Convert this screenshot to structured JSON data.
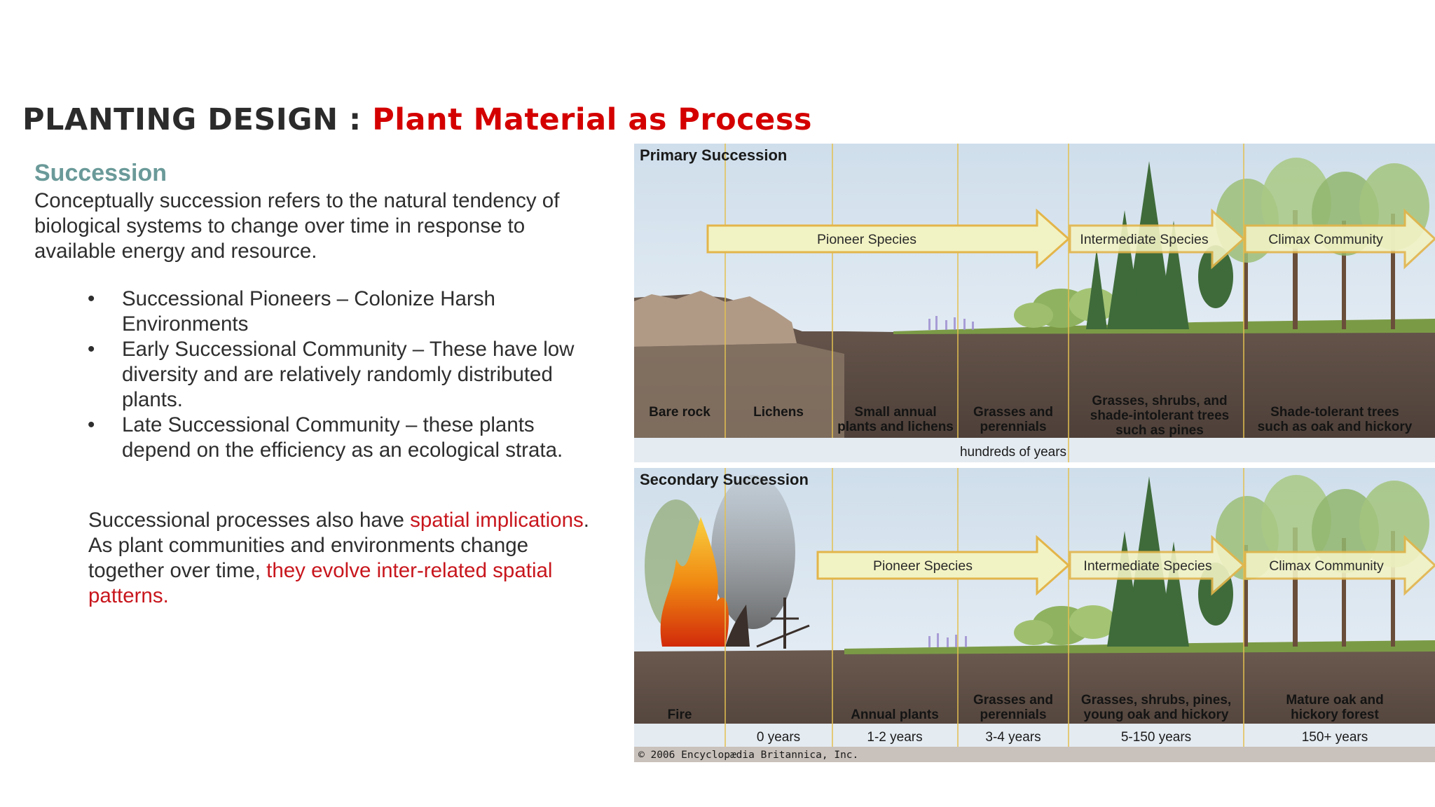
{
  "title": {
    "prefix": "PLANTING DESIGN :",
    "highlight": "Plant Material as Process"
  },
  "text": {
    "heading": "Succession",
    "intro": "Conceptually succession refers to the natural tendency of biological systems to change over time in response to available energy and resource.",
    "bullets": [
      "Successional Pioneers – Colonize Harsh Environments",
      "Early Successional Community – These have low diversity and are relatively randomly distributed plants.",
      "Late Successional Community – these plants depend on the efficiency as an ecological strata."
    ],
    "para": {
      "p1": "Successional processes also have ",
      "p1_red": "spatial implications",
      "p2": ". As plant communities and environments change together over time, ",
      "p2_red": "they evolve inter-related spatial patterns."
    }
  },
  "figure": {
    "primary": {
      "title": "Primary Succession",
      "arrows": [
        "Pioneer Species",
        "Intermediate Species",
        "Climax Community"
      ],
      "stages": [
        {
          "l1": "Bare rock",
          "l2": ""
        },
        {
          "l1": "Lichens",
          "l2": ""
        },
        {
          "l1": "Small annual",
          "l2": "plants and lichens"
        },
        {
          "l1": "Grasses and",
          "l2": "perennials"
        },
        {
          "l1": "Grasses, shrubs, and",
          "l2": "shade-intolerant trees",
          "l3": "such as pines"
        },
        {
          "l1": "Shade-tolerant trees",
          "l2": "such as oak and hickory"
        }
      ],
      "timeline": "hundreds of years"
    },
    "secondary": {
      "title": "Secondary Succession",
      "arrows": [
        "Pioneer Species",
        "Intermediate Species",
        "Climax Community"
      ],
      "stages": [
        {
          "l1": "Fire",
          "l2": ""
        },
        {
          "l1": "Annual plants",
          "l2": ""
        },
        {
          "l1": "Grasses and",
          "l2": "perennials"
        },
        {
          "l1": "Grasses, shrubs, pines,",
          "l2": "young oak and hickory"
        },
        {
          "l1": "Mature oak and",
          "l2": "hickory forest"
        }
      ],
      "times": [
        "0 years",
        "1-2 years",
        "3-4 years",
        "5-150 years",
        "150+ years"
      ]
    },
    "copyright": "© 2006 Encyclopædia Britannica, Inc."
  },
  "colors": {
    "title_red": "#d40000",
    "heading_teal": "#6a9a99",
    "accent_red": "#c8161d",
    "arrow_fill": "#f2f3c4",
    "arrow_stroke": "#e3b54a",
    "divider_yellow": "#e3c050",
    "soil": "#5a4a42",
    "sky": "#e2ecf4"
  }
}
